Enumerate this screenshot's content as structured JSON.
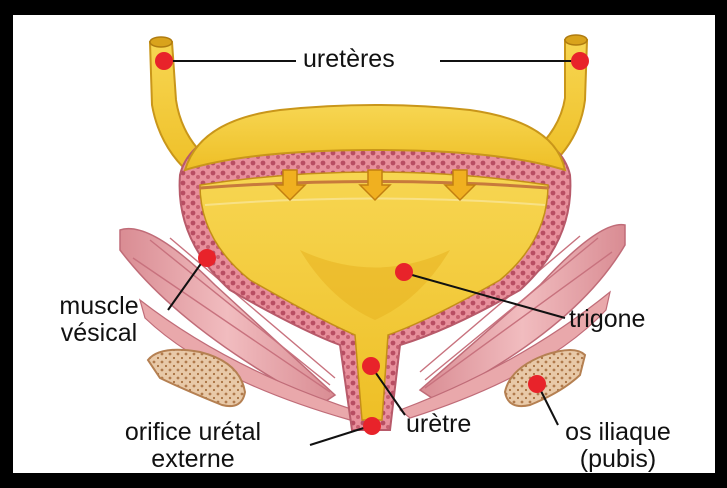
{
  "figure": {
    "labels": {
      "ureteres": "uretères",
      "muscle_vesical_line1": "muscle",
      "muscle_vesical_line2": "vésical",
      "trigone": "trigone",
      "uretre": "urètre",
      "orifice_line1": "orifice urétal",
      "orifice_line2": "externe",
      "os_iliaque_line1": "os iliaque",
      "os_iliaque_line2": "(pubis)"
    },
    "colors": {
      "frame_border": "#000000",
      "background": "#ffffff",
      "bladder_yellow": "#f3c52e",
      "wall_pink": "#e8909c",
      "muscle_pink": "#e8a2a6",
      "bone": "#e0b487",
      "marker_red": "#e8232a",
      "arrow_orange": "#f0b020"
    }
  }
}
